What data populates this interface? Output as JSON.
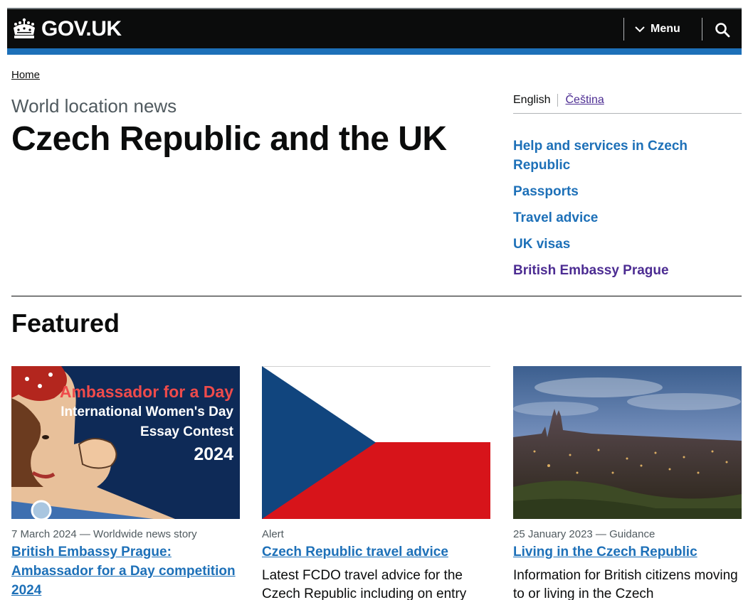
{
  "header": {
    "logo_text": "GOV.UK",
    "menu_label": "Menu",
    "crown_icon": "crown-icon",
    "search_icon": "search-icon",
    "colors": {
      "background": "#0b0c0c",
      "accent_bar": "#1d70b8"
    }
  },
  "breadcrumb": {
    "home": "Home"
  },
  "page": {
    "kicker": "World location news",
    "title": "Czech Republic and the UK"
  },
  "languages": {
    "current": "English",
    "other": "Čeština"
  },
  "side_links": [
    {
      "label": "Help and services in Czech Republic"
    },
    {
      "label": "Passports"
    },
    {
      "label": "Travel advice"
    },
    {
      "label": "UK visas"
    },
    {
      "label": "British Embassy Prague"
    }
  ],
  "featured": {
    "title": "Featured",
    "cards": [
      {
        "meta": "7 March 2024 — Worldwide news story",
        "link": "British Embassy Prague: Ambassador for a Day competition 2024",
        "desc": "",
        "image_text": {
          "line1": "Ambassador for a Day",
          "line2": "International Women's Day",
          "line3": "Essay Contest",
          "line4": "2024"
        }
      },
      {
        "meta": "Alert",
        "link": "Czech Republic travel advice",
        "desc": "Latest FCDO travel advice for the Czech Republic including on entry"
      },
      {
        "meta": "25 January 2023 — Guidance",
        "link": "Living in the Czech Republic",
        "desc": "Information for British citizens moving to or living in the Czech"
      }
    ]
  },
  "colors": {
    "link": "#1d70b8",
    "visited": "#4c2c92",
    "text": "#0b0c0c",
    "secondary_text": "#505a5f"
  }
}
